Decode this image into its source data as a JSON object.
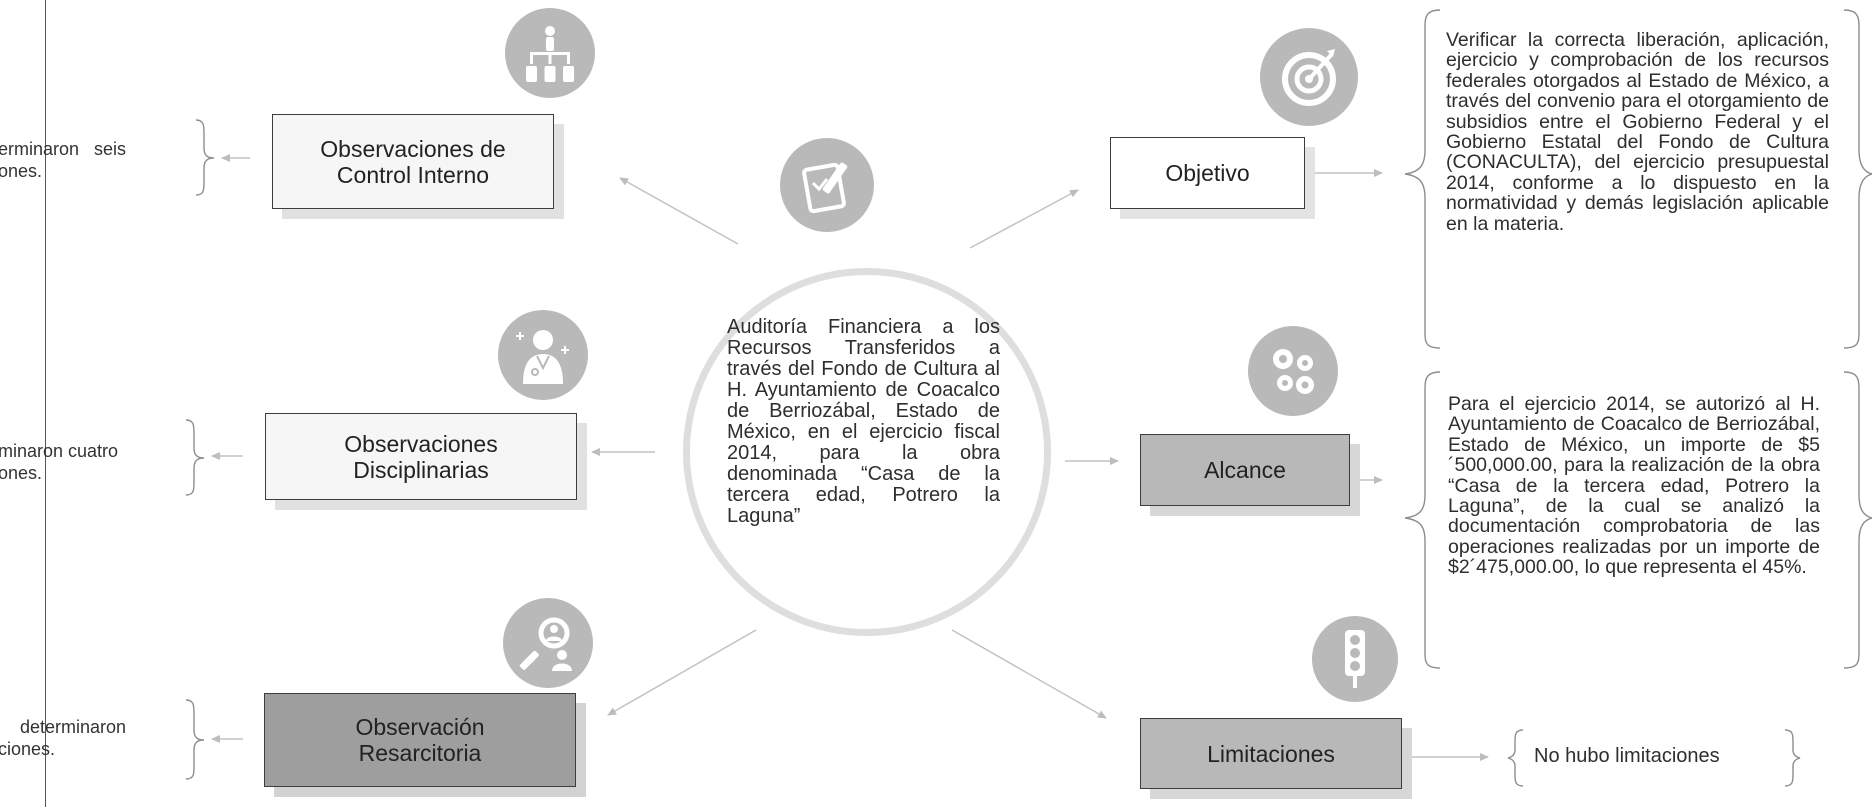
{
  "center": {
    "description": "Auditoría Financiera a los Recursos Transferidos a través del Fondo de Cultura al H. Ayuntamiento de Coacalco de Berriozábal, Estado de México, en el ejercicio fiscal 2014, para la obra denominada “Casa de la tercera edad, Potrero la Laguna”"
  },
  "left_cards": [
    {
      "title_line1": "Observaciones de",
      "title_line2": "Control Interno",
      "result_line1": "erminaron   seis",
      "result_line2": "ones.",
      "icon": "organization-chart-icon"
    },
    {
      "title_line1": "Observaciones",
      "title_line2": "Disciplinarias",
      "result_line1": "minaron cuatro",
      "result_line2": "ones.",
      "icon": "doctor-icon"
    },
    {
      "title_line1": "Observación",
      "title_line2": "Resarcitoria",
      "result_line1": "determinaron",
      "result_line2": "ciones.",
      "icon": "magnifier-person-icon"
    }
  ],
  "right_cards": [
    {
      "title": "Objetivo",
      "icon": "target-icon",
      "detail": "Verificar la correcta liberación, aplicación, ejercicio y comprobación de los recursos federales otorgados al Estado de México, a través del convenio para el otorgamiento de subsidios entre el Gobierno Federal y el Gobierno Estatal del Fondo de Cultura (CONACULTA), del ejercicio presupuestal 2014, conforme a lo dispuesto en la normatividad y demás legislación aplicable en la materia."
    },
    {
      "title": "Alcance",
      "icon": "gears-icon",
      "detail": "Para el ejercicio 2014, se autorizó al H. Ayuntamiento de Coacalco de Berriozábal, Estado de México, un importe de $5´500,000.00, para la realización de la obra “Casa de la tercera edad, Potrero la Laguna”, de la cual se analizó la documentación comprobatoria de las operaciones realizadas por un importe de $2´475,000.00, lo que representa el 45%."
    },
    {
      "title": "Limitaciones",
      "icon": "traffic-light-icon",
      "detail": "No hubo limitaciones"
    }
  ],
  "center_icon": "edit-document-icon",
  "colors": {
    "icon_circle": "#b9b9b9",
    "connector": "#bdbdbd",
    "card_border": "#3d3d3d",
    "card_dark": "#9e9e9e",
    "card_gray": "#b8b8b8"
  }
}
